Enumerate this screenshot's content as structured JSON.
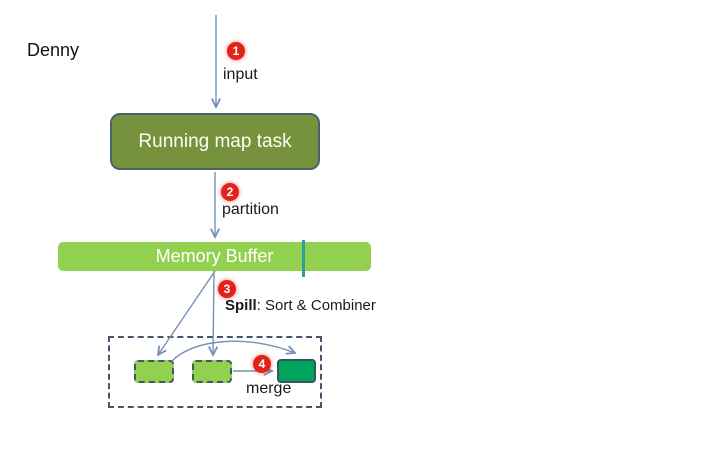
{
  "slide": {
    "author": "Denny"
  },
  "nodes": {
    "map_task_label": "Running map task",
    "memory_buffer_label": "Memory Buffer"
  },
  "steps": [
    {
      "number": "1",
      "label": "input"
    },
    {
      "number": "2",
      "label": "partition"
    },
    {
      "number": "3",
      "label_bold": "Spill",
      "label_rest": ": Sort & Combiner"
    },
    {
      "number": "4",
      "label": "merge"
    }
  ],
  "colors": {
    "arrow": "#7590b6",
    "step_badge_red": "#e2231a",
    "map_task_fill": "#76923c",
    "map_task_border": "#4a616e",
    "memory_buffer_fill": "#92d050",
    "spill_file_fill": "#92d050",
    "merged_file_fill": "#00a65e",
    "dashed_border": "#44546a",
    "buffer_divider_teal": "#2aa198"
  }
}
